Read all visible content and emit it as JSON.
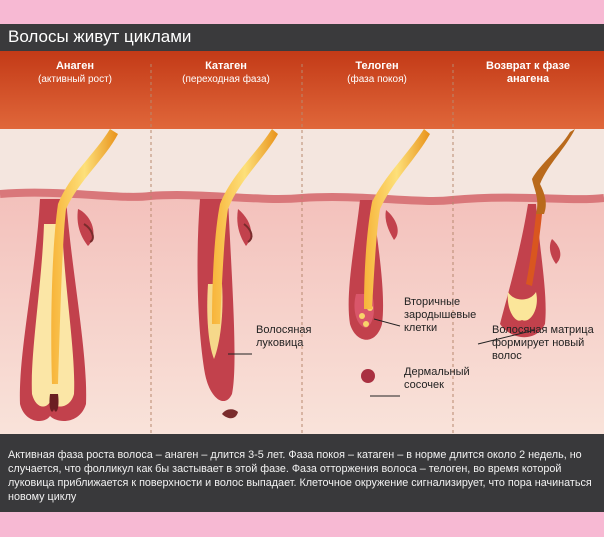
{
  "title": "Волосы живут циклами",
  "phases": [
    {
      "name": "Анаген",
      "sub": "(активный рост)"
    },
    {
      "name": "Катаген",
      "sub": "(переходная фаза)"
    },
    {
      "name": "Телоген",
      "sub": "(фаза покоя)"
    },
    {
      "name": "Возврат к фазе",
      "sub": "анагена"
    }
  ],
  "labels": {
    "bulb": [
      "Волосяная",
      "луковица"
    ],
    "germ_cells": [
      "Вторичные",
      "зародышевые",
      "клетки"
    ],
    "papilla": [
      "Дермальный",
      "сосочек"
    ],
    "matrix": [
      "Волосяная матрица",
      "формирует новый",
      "волос"
    ]
  },
  "caption": "Активная фаза роста волоса – анаген – длится 3-5 лет. Фаза покоя – катаген – в норме длится около 2 недель, но случается, что фолликул как бы застывает в этой фазе. Фаза отторжения волоса – телоген, во время которой луковица приближается к поверхности и волос выпадает. Клеточное окружение сигнализирует, что пора начинаться новому циклу",
  "colors": {
    "frame": "#f7b9d3",
    "title_bar": "#3a3a3c",
    "header_band": "#c0421e",
    "skin_top": "#e8a7a4",
    "dermis": "#f7ddd3",
    "follicle": "#c2414c",
    "hair": "#f2a728",
    "caption_bg": "#39393b"
  }
}
